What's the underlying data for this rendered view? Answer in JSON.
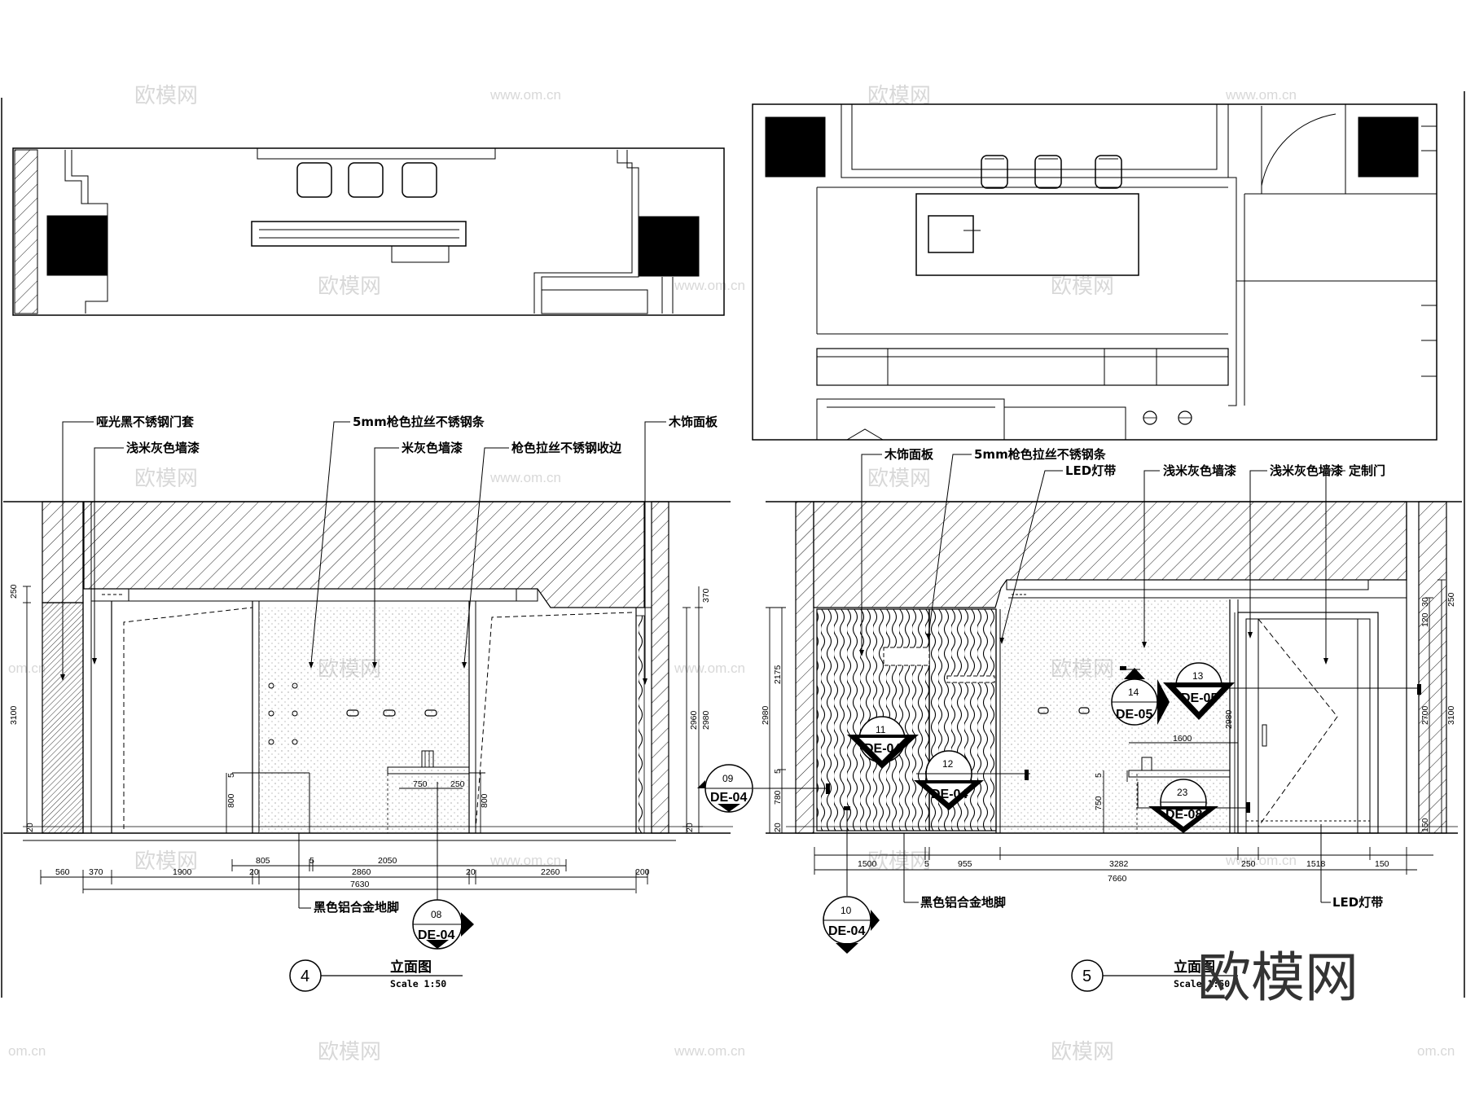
{
  "left_elevation": {
    "callouts": {
      "door_frame": "哑光黑不锈钢门套",
      "beige_paint": "浅米灰色墙漆",
      "steel_strip": "5mm枪色拉丝不锈钢条",
      "rice_grey_paint": "米灰色墙漆",
      "steel_edge": "枪色拉丝不锈钢收边",
      "wood_panel": "木饰面板",
      "skirting": "黑色铝合金地脚"
    },
    "horizontal_dims_upper": [
      "805",
      "5",
      "2050"
    ],
    "horizontal_dims_lower": [
      "560",
      "370",
      "1900",
      "20",
      "2860",
      "20",
      "2260",
      "200"
    ],
    "total_dim": "7630",
    "left_vertical_dims": [
      "250",
      "3100",
      "20"
    ],
    "right_vertical_dims": [
      "370",
      "2960",
      "2980",
      "20"
    ],
    "inner_dims": [
      "5",
      "800",
      "750",
      "250",
      "800"
    ],
    "section_tag": {
      "num": "08",
      "ref": "DE-04"
    },
    "title": {
      "number": "4",
      "name": "立面图",
      "scale": "Scale 1:50"
    }
  },
  "right_elevation": {
    "callouts": {
      "wood_panel": "木饰面板",
      "steel_strip": "5mm枪色拉丝不锈钢条",
      "led_strip": "LED灯带",
      "beige_paint_1": "浅米灰色墙漆",
      "beige_paint_2": "浅米灰色墙漆",
      "custom_door": "定制门",
      "skirting": "黑色铝合金地脚",
      "led_strip_bottom": "LED灯带"
    },
    "horizontal_dims_upper": [
      "1500",
      "5",
      "955",
      "3282",
      "250",
      "1518",
      "150"
    ],
    "total_dim": "7660",
    "left_vertical_dims": [
      "2980",
      "2175",
      "5",
      "780",
      "20"
    ],
    "right_vertical_dims": [
      "30",
      "120",
      "250",
      "2700",
      "3100",
      "150"
    ],
    "inner_dims": [
      "2980",
      "1600",
      "750",
      "5"
    ],
    "section_tags": [
      {
        "num": "09",
        "ref": "DE-04"
      },
      {
        "num": "10",
        "ref": "DE-04"
      },
      {
        "num": "11",
        "ref": "DE-04"
      },
      {
        "num": "12",
        "ref": "DE-04"
      },
      {
        "num": "13",
        "ref": "DE-05"
      },
      {
        "num": "14",
        "ref": "DE-05"
      },
      {
        "num": "23",
        "ref": "DE-08"
      }
    ],
    "title": {
      "number": "5",
      "name": "立面图",
      "scale": "Scale 1:50"
    }
  },
  "watermarks": {
    "brand_cn": "欧模网",
    "url": "www.om.cn",
    "url_short": "om.cn"
  },
  "brand_logo": "欧模网"
}
